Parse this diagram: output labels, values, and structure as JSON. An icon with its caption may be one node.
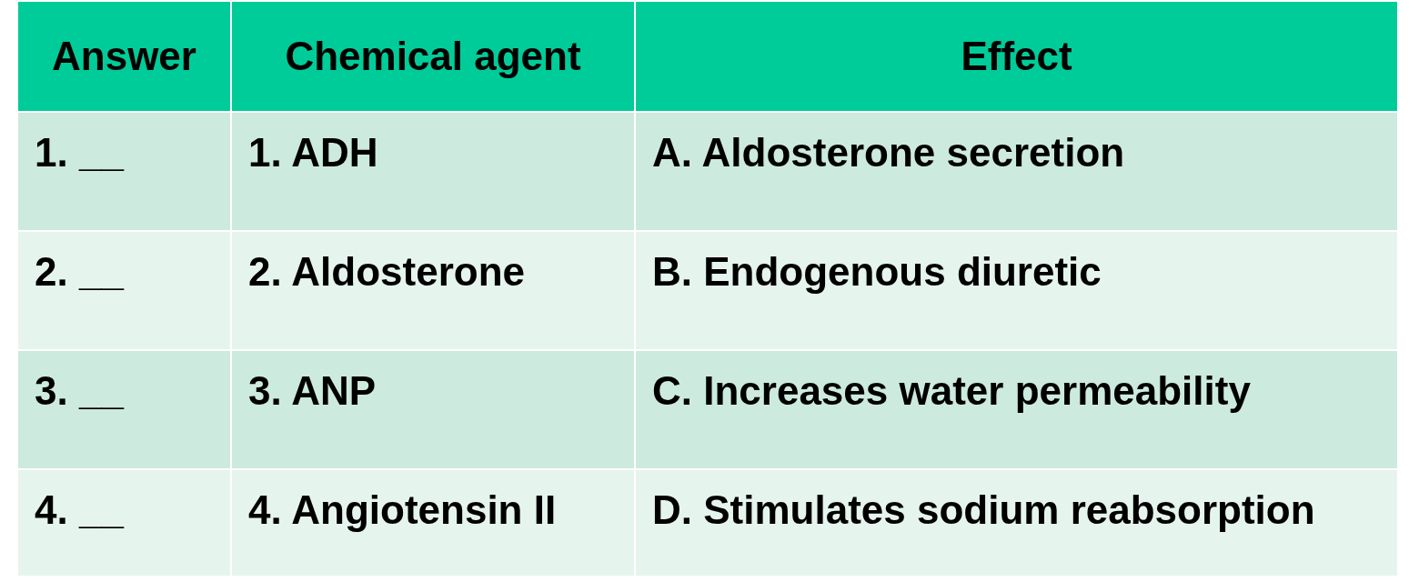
{
  "diagram": {
    "labels": [
      "Answer",
      "Chemical agent",
      "Effect",
      "1. __",
      "1. ADH",
      "A. Aldosterone secretion",
      "2. __",
      "2. Aldosterone",
      "B. Endogenous diuretic",
      "3. __",
      "3. ANP",
      "C. Increases water permeability",
      "4. __",
      "4. Angiotensin II",
      "D. Stimulates sodium reabsorption"
    ]
  }
}
